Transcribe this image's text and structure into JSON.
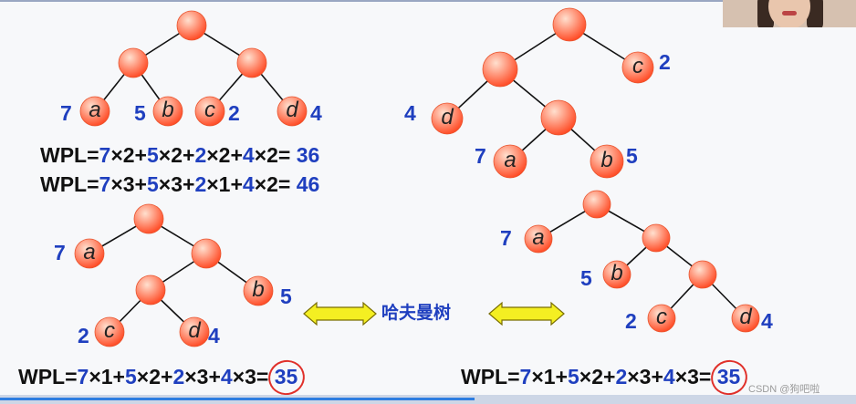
{
  "colors": {
    "node_light": "#ffe0cf",
    "node_dark": "#ff4a24",
    "weight_blue": "#1f3fbf",
    "formula_black": "#111111",
    "arrow_fill": "#f4ef22",
    "arrow_stroke": "#7a6e00",
    "circle_red": "#e0302a"
  },
  "trees": {
    "t1": {
      "leaves": [
        {
          "letter": "a",
          "weight": "7"
        },
        {
          "letter": "b",
          "weight": "5"
        },
        {
          "letter": "c",
          "weight": "2"
        },
        {
          "letter": "d",
          "weight": "4"
        }
      ]
    },
    "t2": {
      "leaves": [
        {
          "letter": "c",
          "weight": "2"
        },
        {
          "letter": "d",
          "weight": "4"
        },
        {
          "letter": "a",
          "weight": "7"
        },
        {
          "letter": "b",
          "weight": "5"
        }
      ]
    },
    "t3": {
      "leaves": [
        {
          "letter": "a",
          "weight": "7"
        },
        {
          "letter": "b",
          "weight": "5"
        },
        {
          "letter": "c",
          "weight": "2"
        },
        {
          "letter": "d",
          "weight": "4"
        }
      ]
    },
    "t4": {
      "leaves": [
        {
          "letter": "a",
          "weight": "7"
        },
        {
          "letter": "b",
          "weight": "5"
        },
        {
          "letter": "c",
          "weight": "2"
        },
        {
          "letter": "d",
          "weight": "4"
        }
      ]
    }
  },
  "formulas": {
    "f1": {
      "prefix": "WPL=",
      "terms": [
        [
          "7",
          "2"
        ],
        [
          "5",
          "2"
        ],
        [
          "2",
          "2"
        ],
        [
          "4",
          "2"
        ]
      ],
      "result": "36"
    },
    "f2": {
      "prefix": "WPL=",
      "terms": [
        [
          "7",
          "3"
        ],
        [
          "5",
          "3"
        ],
        [
          "2",
          "1"
        ],
        [
          "4",
          "2"
        ]
      ],
      "result": "46"
    },
    "f3": {
      "prefix": "WPL=",
      "terms": [
        [
          "7",
          "1"
        ],
        [
          "5",
          "2"
        ],
        [
          "2",
          "3"
        ],
        [
          "4",
          "3"
        ]
      ],
      "result": "35"
    },
    "f4": {
      "prefix": "WPL=",
      "terms": [
        [
          "7",
          "1"
        ],
        [
          "5",
          "2"
        ],
        [
          "2",
          "3"
        ],
        [
          "4",
          "3"
        ]
      ],
      "result": "35"
    }
  },
  "center_label": "哈夫曼树",
  "watermark": "CSDN @狗吧啦"
}
